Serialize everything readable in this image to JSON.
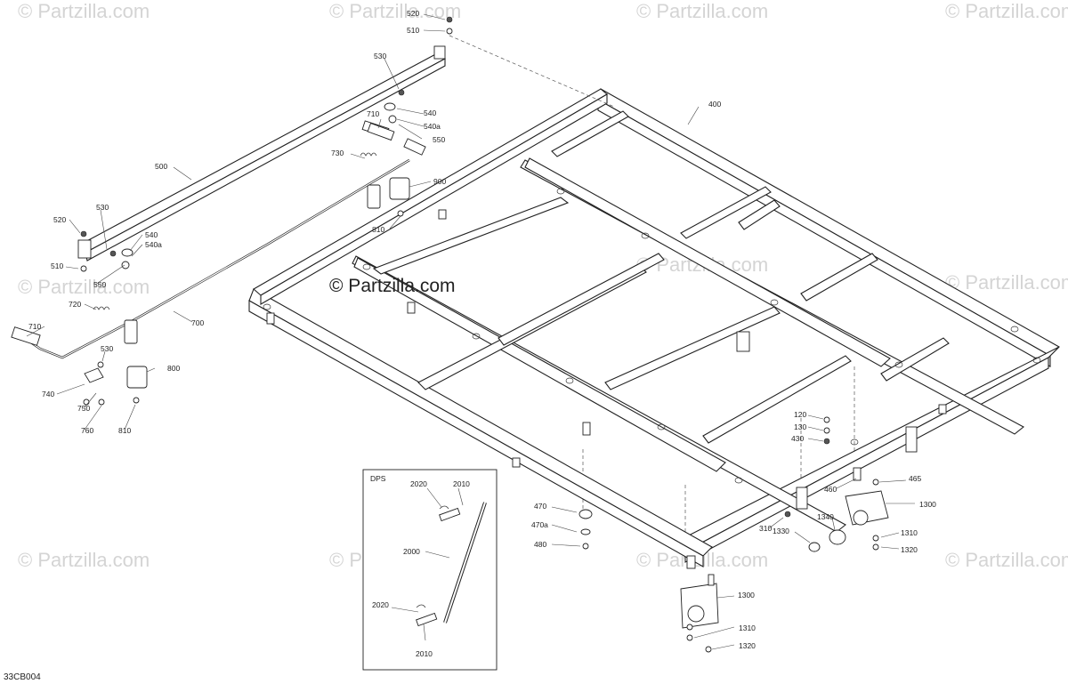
{
  "watermark": "© Partzilla.com",
  "diagram_code": "33CB004",
  "inset_title": "DPS",
  "callouts": {
    "c520a": "520",
    "c510a": "510",
    "c530a": "530",
    "c540a": "540",
    "c540aa": "540a",
    "c550a": "550",
    "c710a": "710",
    "c730": "730",
    "c900": "900",
    "c810a": "810",
    "c500": "500",
    "c400": "400",
    "c520b": "520",
    "c530b": "530",
    "c540b": "540",
    "c540ab": "540a",
    "c510b": "510",
    "c550b": "550",
    "c720": "720",
    "c700": "700",
    "c710b": "710",
    "c530c": "530",
    "c800": "800",
    "c740": "740",
    "c750": "750",
    "c760": "760",
    "c810b": "810",
    "c120": "120",
    "c130": "130",
    "c430": "430",
    "c465": "465",
    "c460": "460",
    "c1300a": "1300",
    "c470": "470",
    "c470a": "470a",
    "c480": "480",
    "c310": "310",
    "c1330": "1330",
    "c1340": "1340",
    "c1310a": "1310",
    "c1320a": "1320",
    "c1300b": "1300",
    "c1310b": "1310",
    "c1320b": "1320",
    "c2020a": "2020",
    "c2010a": "2010",
    "c2000": "2000",
    "c2020b": "2020",
    "c2010b": "2010"
  }
}
